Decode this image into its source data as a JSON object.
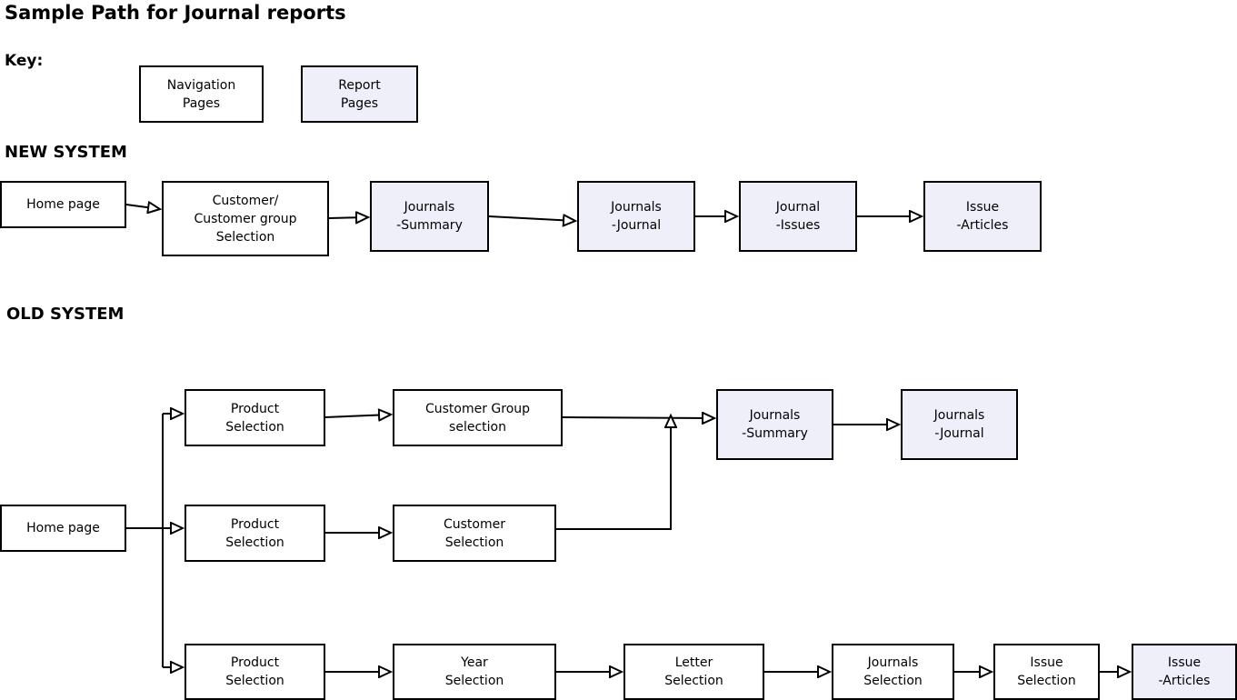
{
  "title": "Sample Path for Journal reports",
  "key": {
    "label": "Key:",
    "navigation": [
      "Navigation",
      "Pages"
    ],
    "report": [
      "Report",
      "Pages"
    ]
  },
  "new_system": {
    "heading": "NEW SYSTEM",
    "nodes": {
      "home": [
        "Home page"
      ],
      "customer": [
        "Customer/",
        "Customer group",
        "Selection"
      ],
      "summary": [
        "Journals",
        "-Summary"
      ],
      "journal": [
        "Journals",
        "-Journal"
      ],
      "issues": [
        "Journal",
        "-Issues"
      ],
      "articles": [
        "Issue",
        "-Articles"
      ]
    }
  },
  "old_system": {
    "heading": "OLD SYSTEM",
    "nodes": {
      "home": [
        "Home page"
      ],
      "product1": [
        "Product",
        "Selection"
      ],
      "custgroup": [
        "Customer Group",
        "selection"
      ],
      "summary": [
        "Journals",
        "-Summary"
      ],
      "journal": [
        "Journals",
        "-Journal"
      ],
      "product2": [
        "Product",
        "Selection"
      ],
      "customer": [
        "Customer",
        "Selection"
      ],
      "product3": [
        "Product",
        "Selection"
      ],
      "year": [
        "Year",
        "Selection"
      ],
      "letter": [
        "Letter",
        "Selection"
      ],
      "journals_sel": [
        "Journals",
        "Selection"
      ],
      "issue_sel": [
        "Issue",
        "Selection"
      ],
      "articles": [
        "Issue",
        "-Articles"
      ]
    }
  }
}
